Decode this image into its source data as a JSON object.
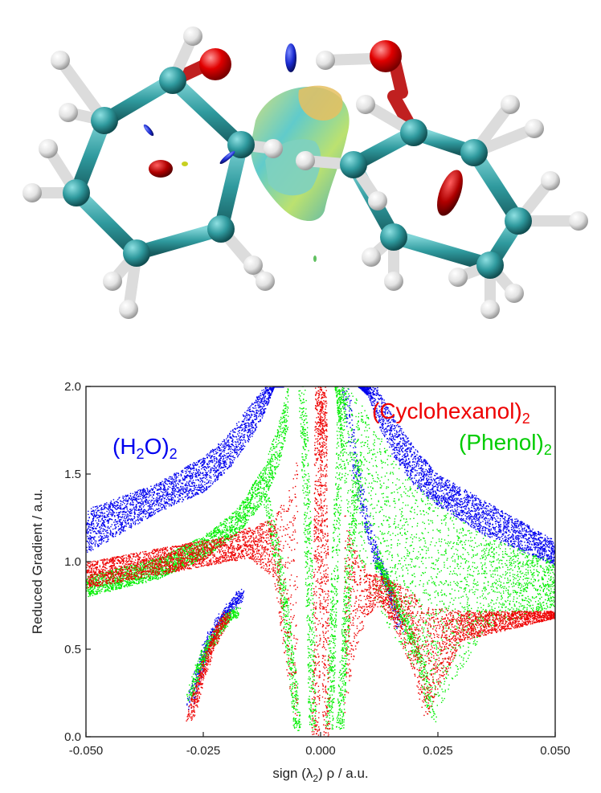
{
  "chart_data": {
    "type": "scatter",
    "xlabel": {
      "pre": "sign (λ",
      "sub": "2",
      "post": ") ρ / a.u."
    },
    "ylabel": "Reduced Gradient / a.u.",
    "xlim": [
      -0.05,
      0.05
    ],
    "ylim": [
      0.0,
      2.0
    ],
    "x_ticks": [
      -0.05,
      -0.025,
      0.0,
      0.025,
      0.05
    ],
    "x_tick_labels": [
      "-0.050",
      "-0.025",
      "0.000",
      "0.025",
      "0.050"
    ],
    "y_ticks": [
      0.0,
      0.5,
      1.0,
      1.5,
      2.0
    ],
    "y_tick_labels": [
      "0.0",
      "0.5",
      "1.0",
      "1.5",
      "2.0"
    ],
    "grid": false,
    "series": [
      {
        "name": {
          "pre": "(H",
          "sub": "2",
          "post": "O)",
          "sub2": "2"
        },
        "color": "#0000ee",
        "wings": [
          {
            "x": [
              -0.05,
              -0.035,
              -0.025,
              -0.02,
              -0.015,
              -0.012,
              -0.01,
              -0.008
            ],
            "y_low": [
              1.05,
              1.28,
              1.4,
              1.52,
              1.7,
              1.85,
              2.0,
              2.0
            ],
            "y_high": [
              1.3,
              1.45,
              1.6,
              1.72,
              1.9,
              2.0,
              2.0,
              2.0
            ]
          },
          {
            "x": [
              0.008,
              0.01,
              0.012,
              0.015,
              0.02,
              0.025,
              0.035,
              0.05
            ],
            "y_low": [
              2.0,
              1.95,
              1.8,
              1.62,
              1.43,
              1.32,
              1.15,
              0.98
            ],
            "y_high": [
              2.0,
              2.0,
              2.0,
              1.85,
              1.65,
              1.5,
              1.35,
              1.12
            ]
          }
        ],
        "spikes": [
          {
            "x": [
              -0.028,
              -0.026,
              -0.024,
              -0.022,
              -0.02,
              -0.018,
              -0.017
            ],
            "y": [
              0.18,
              0.38,
              0.55,
              0.65,
              0.72,
              0.78,
              0.82
            ]
          },
          {
            "x": [
              0.0052,
              0.007,
              0.009,
              0.011,
              0.013,
              0.015,
              0.017
            ],
            "y": [
              2.0,
              1.6,
              1.3,
              1.1,
              0.95,
              0.8,
              0.62
            ]
          }
        ]
      },
      {
        "name": {
          "pre": "(Cyclohexanol)",
          "sub": "2"
        },
        "color": "#ee0000",
        "wings": [
          {
            "x": [
              -0.05,
              -0.03,
              -0.02,
              -0.015,
              -0.01,
              -0.007,
              -0.005
            ],
            "y_low": [
              0.85,
              0.95,
              1.0,
              1.02,
              0.9,
              0.3,
              0.02
            ],
            "y_high": [
              1.0,
              1.1,
              1.15,
              1.2,
              1.25,
              1.4,
              1.6
            ]
          },
          {
            "x": [
              0.005,
              0.007,
              0.01,
              0.013,
              0.016,
              0.02,
              0.022,
              0.03,
              0.05
            ],
            "y_low": [
              0.1,
              0.45,
              0.7,
              0.75,
              0.6,
              0.35,
              0.08,
              0.55,
              0.68
            ],
            "y_high": [
              1.3,
              1.1,
              0.95,
              0.92,
              0.88,
              0.82,
              0.75,
              0.72,
              0.72
            ]
          }
        ],
        "spikes": [
          {
            "x": [
              -0.0012,
              -0.0008,
              -0.0006,
              -0.0004
            ],
            "y": [
              0.0,
              0.9,
              1.6,
              2.0
            ]
          },
          {
            "x": [
              0.0012,
              0.0008,
              0.0006,
              0.0004
            ],
            "y": [
              0.0,
              0.9,
              1.6,
              2.0
            ]
          },
          {
            "x": [
              -0.028,
              -0.026,
              -0.024,
              -0.022,
              -0.02
            ],
            "y": [
              0.1,
              0.3,
              0.48,
              0.6,
              0.7
            ]
          }
        ]
      },
      {
        "name": {
          "pre": "(Phenol)",
          "sub": "2"
        },
        "color": "#00ee00",
        "wings": [
          {
            "x": [
              -0.05,
              -0.035,
              -0.025,
              -0.018,
              -0.012,
              -0.009,
              -0.007
            ],
            "y_low": [
              0.8,
              0.9,
              1.02,
              1.15,
              1.35,
              1.55,
              1.75
            ],
            "y_high": [
              0.92,
              1.02,
              1.15,
              1.3,
              1.55,
              1.8,
              2.0
            ]
          },
          {
            "x": [
              0.003,
              0.006,
              0.01,
              0.015,
              0.02,
              0.025,
              0.035,
              0.05
            ],
            "y_low": [
              2.0,
              1.2,
              0.85,
              0.6,
              0.4,
              0.15,
              0.62,
              0.75
            ],
            "y_high": [
              2.0,
              2.0,
              1.85,
              1.6,
              1.45,
              1.35,
              1.15,
              1.0
            ]
          }
        ],
        "spikes": [
          {
            "x": [
              -0.012,
              -0.009,
              -0.0075,
              -0.006,
              -0.005
            ],
            "y": [
              1.4,
              1.0,
              0.7,
              0.35,
              0.05
            ]
          },
          {
            "x": [
              -0.004,
              -0.003,
              -0.0022,
              -0.0018
            ],
            "y": [
              2.0,
              1.3,
              0.6,
              0.05
            ]
          },
          {
            "x": [
              0.0018,
              0.0025,
              0.0035,
              0.0045
            ],
            "y": [
              0.05,
              0.6,
              1.3,
              2.0
            ]
          },
          {
            "x": [
              0.004,
              0.005,
              0.006,
              0.008
            ],
            "y": [
              0.05,
              0.5,
              1.0,
              1.6
            ]
          },
          {
            "x": [
              0.012,
              0.015,
              0.018,
              0.021,
              0.024
            ],
            "y": [
              1.0,
              0.85,
              0.65,
              0.45,
              0.1
            ]
          },
          {
            "x": [
              -0.028,
              -0.026,
              -0.024,
              -0.022,
              -0.02,
              -0.018
            ],
            "y": [
              0.22,
              0.4,
              0.52,
              0.6,
              0.68,
              0.72
            ]
          }
        ]
      }
    ]
  },
  "molecules": {
    "colors": {
      "carbon": "#2f9a9e",
      "hydrogen": "#e6e6e6",
      "oxygen": "#e00000",
      "iso_a": "#7ec8a8",
      "iso_b": "#cfe070"
    }
  }
}
